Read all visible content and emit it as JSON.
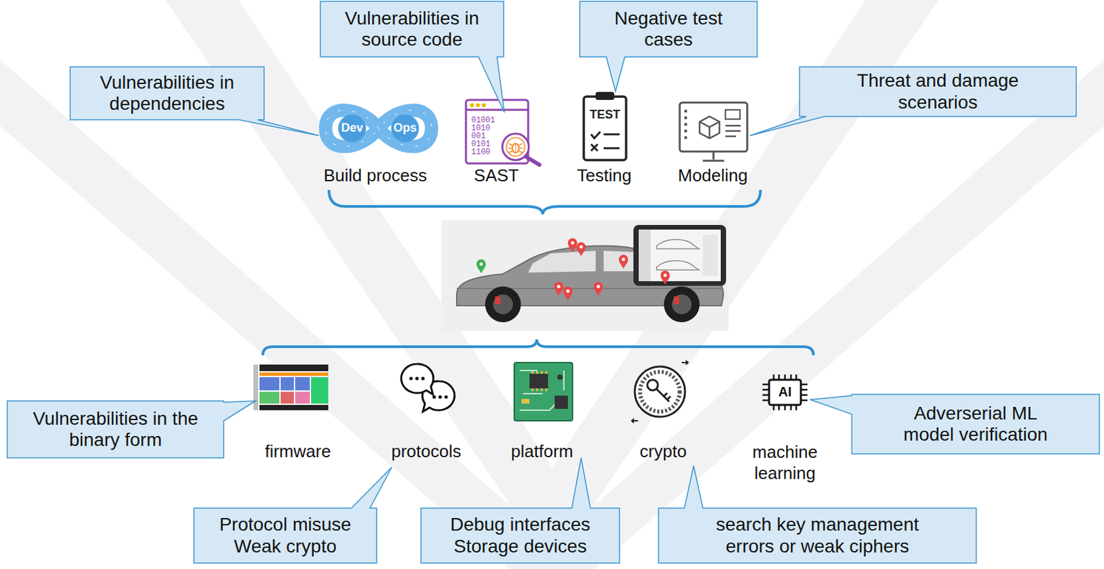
{
  "diagram": {
    "nodes": [
      {
        "text": [
          "Vulnerabilities in dependencies"
        ]
      },
      {
        "text": [
          "Vulnerabilities in source code"
        ]
      },
      {
        "text": [
          "Negative test cases"
        ]
      },
      {
        "text": [
          "Threat and damage scenarios"
        ]
      },
      {
        "text": [
          "Vulnerabilities in the binary form"
        ]
      },
      {
        "text": [
          "Adverserial ML model verification"
        ]
      },
      {
        "text": [
          "Protocol misuse Weak crypto"
        ]
      },
      {
        "text": [
          "Debug interfaces Storage devices"
        ]
      },
      {
        "text": [
          "search key management errors or weak ciphers"
        ]
      }
    ],
    "labels": [
      "Dev",
      "Ops",
      "01001",
      "1010",
      "001",
      "0101",
      "1100",
      "TEST",
      "Build process",
      "SAST",
      "Testing",
      "Modeling",
      "firmware",
      "protocols",
      "platform",
      "crypto",
      "AI",
      "machine learning"
    ]
  }
}
